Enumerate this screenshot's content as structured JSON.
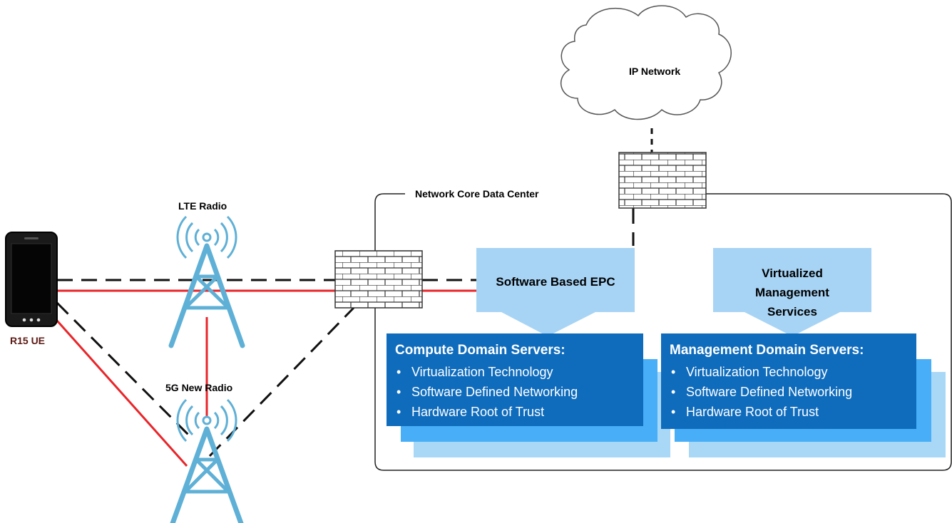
{
  "labels": {
    "ue": "R15 UE",
    "lte_radio": "LTE Radio",
    "nr_radio": "5G New Radio",
    "ip_network": "IP Network",
    "data_center": "Network Core Data Center",
    "epc": "Software Based EPC",
    "mgmt_services": [
      "Virtualized",
      "Management",
      "Services"
    ]
  },
  "servers": [
    {
      "title": "Compute Domain Servers:",
      "items": [
        "Virtualization Technology",
        "Software Defined Networking",
        "Hardware Root of Trust"
      ]
    },
    {
      "title": "Management Domain Servers:",
      "items": [
        "Virtualization Technology",
        "Software Defined Networking",
        "Hardware Root of Trust"
      ]
    }
  ],
  "colors": {
    "link_red": "#e8262a",
    "link_dashed": "#111111",
    "tower": "#5fb0d6",
    "callout": "#a7d4f5",
    "server_front": "#0f6cbd",
    "server_mid": "#47aef7",
    "server_back": "#a9d8f7"
  }
}
